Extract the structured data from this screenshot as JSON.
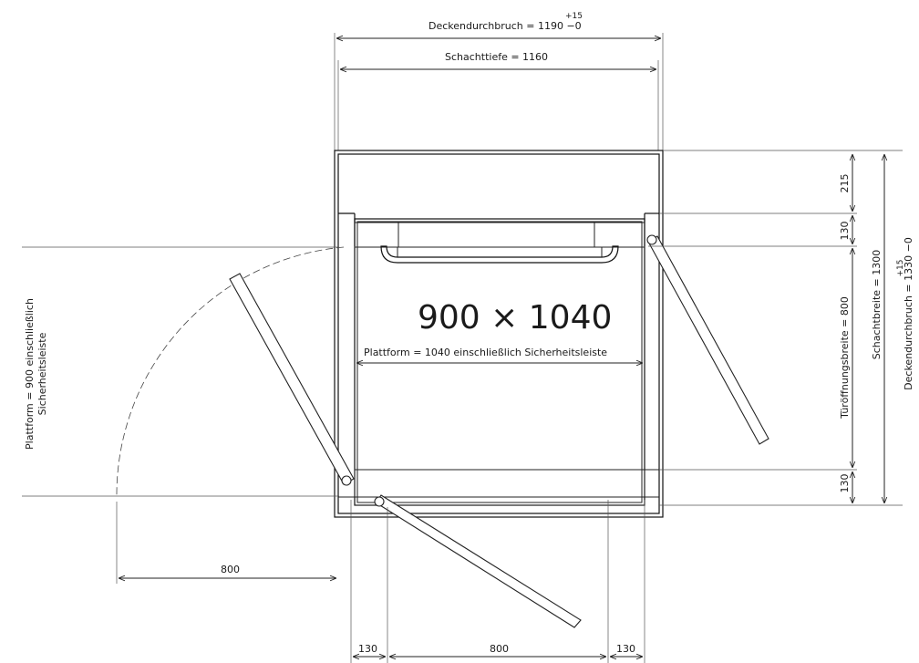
{
  "dims": {
    "top_opening": "Deckendurchbruch = 1190 −0",
    "top_opening_tol": "+15",
    "shaft_depth": "Schachttiefe = 1160",
    "platform_width": "Plattform = 1040 einschließlich Sicherheitsleiste",
    "main_label": "900 × 1040",
    "left_platform_line1": "Plattform = 900 einschließlich",
    "left_platform_line2": "Sicherheitsleiste",
    "right_215": "215",
    "right_130_top": "130",
    "right_door_opening": "Türöffnungsbreite = 800",
    "right_130_bottom": "130",
    "shaft_width": "Schachtbreite = 1300",
    "side_opening": "Deckendurchbruch = 1330 −0",
    "side_opening_tol": "+15",
    "left_800": "800",
    "bottom_130_left": "130",
    "bottom_800": "800",
    "bottom_130_right": "130"
  }
}
